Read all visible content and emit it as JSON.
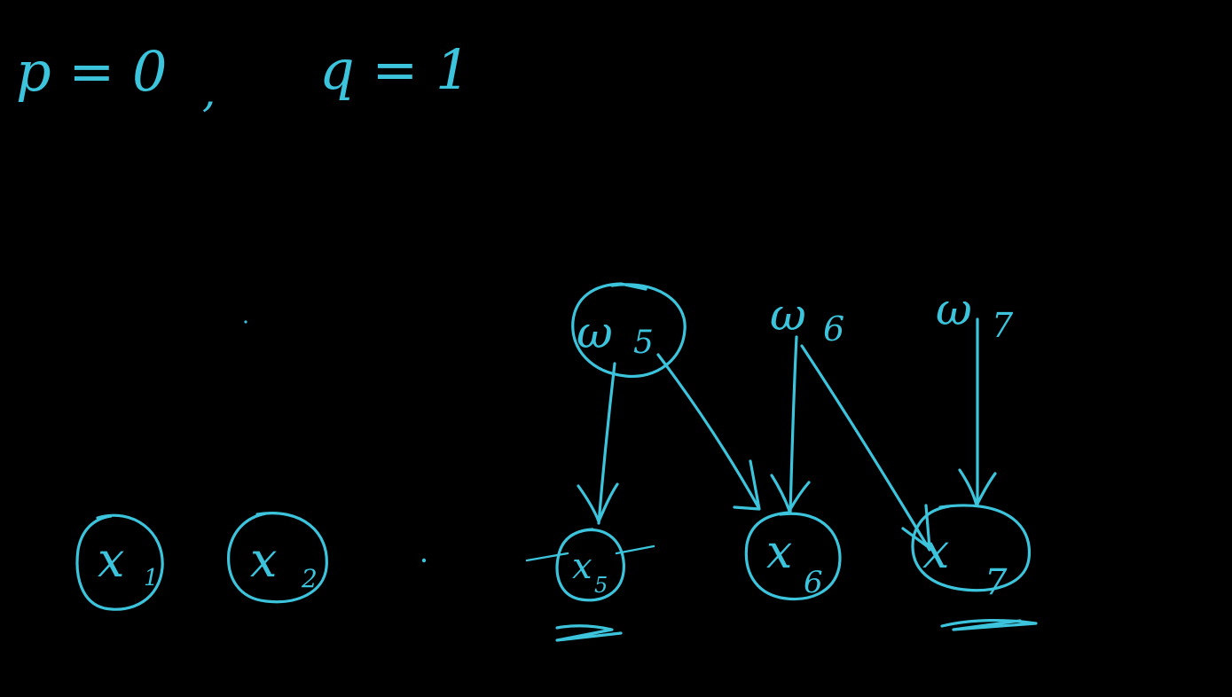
{
  "colors": {
    "background": "#000000",
    "ink": "#3cc4dc"
  },
  "equations": {
    "p": "p = 0",
    "comma": ",",
    "q": "q = 1"
  },
  "nodes": {
    "w5": {
      "var": "ω",
      "sub": "5"
    },
    "w6": {
      "var": "ω",
      "sub": "6"
    },
    "w7": {
      "var": "ω",
      "sub": "7"
    },
    "x1": {
      "var": "x",
      "sub": "1"
    },
    "x2": {
      "var": "x",
      "sub": "2"
    },
    "x5": {
      "var": "x",
      "sub": "5"
    },
    "x6": {
      "var": "x",
      "sub": "6"
    },
    "x7": {
      "var": "x",
      "sub": "7"
    }
  }
}
